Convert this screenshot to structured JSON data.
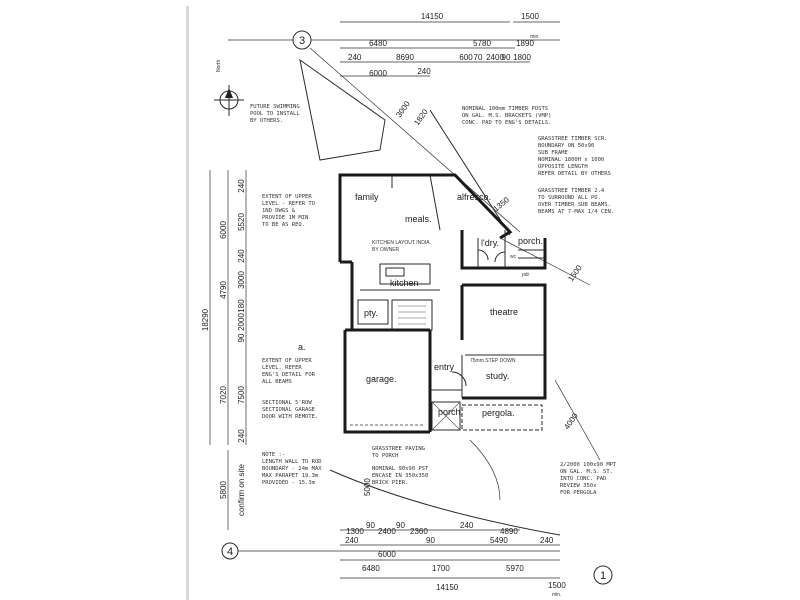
{
  "grid_marks": {
    "top": "3",
    "bottom_left": "4",
    "bottom_right": "1",
    "side": "a."
  },
  "north_label": "North",
  "top_dims": {
    "overall": "14150",
    "offset": "1500",
    "offset_note": "min.",
    "row1": [
      "6480",
      "5780",
      "1890"
    ],
    "row2": [
      "240",
      "8690",
      "600",
      "70",
      "2400",
      "90",
      "1800"
    ],
    "row3": [
      "6000",
      "240"
    ]
  },
  "bottom_dims": {
    "row1": [
      "1300",
      "90",
      "2400",
      "90",
      "2360",
      "240",
      "4890"
    ],
    "row2": [
      "240",
      "6000",
      "90",
      "5490",
      "240"
    ],
    "row3": [
      "6480",
      "1700",
      "5970"
    ],
    "overall": "14150",
    "offset": "1500",
    "offset_note": "min."
  },
  "left_dims": {
    "overall": "18290",
    "outer": [
      "6000",
      "4790",
      "7020"
    ],
    "inner": [
      "240",
      "5520",
      "240",
      "3000",
      "180",
      "2000",
      "90",
      "7500",
      "240"
    ],
    "site_value": "5800",
    "site_note": "confirm on site"
  },
  "diag_dims": [
    "3000",
    "1820",
    "1350",
    "1500",
    "4000",
    "5000"
  ],
  "rooms": {
    "family": "family",
    "meals": "meals.",
    "alfresco": "alfresco.",
    "ldry": "l'dry.",
    "porch_top": "porch.",
    "wc": "wc",
    "pdr": "pdr",
    "kitchen": "kitchen",
    "pty": "pty.",
    "theatre": "theatre",
    "study": "study.",
    "garage": "garage.",
    "entry": "entry",
    "porch_bottom": "porch.",
    "pergola": "pergola."
  },
  "interior_notes": {
    "kitchen": [
      "KITCHEN LAYOUT INDIA.",
      "BY OWNER"
    ],
    "theatre": [
      "75mm STEP DOWN"
    ]
  },
  "notes": {
    "top_left": [
      "FUTURE SWIMMING",
      "POOL TO INSTALL",
      "BY OTHERS."
    ],
    "left_1": [
      "EXTENT OF UPPER",
      "LEVEL - REFER TO",
      "1ND DWGS &",
      "PROVIDE 1M MIN",
      "TO BE AS REQ."
    ],
    "left_2": [
      "EXTENT OF UPPER",
      "LEVEL. REFER",
      "ENG'S DETAIL FOR",
      "ALL BEAMS"
    ],
    "left_3": [
      "SECTIONAL 5'ROW",
      "SECTIONAL GARAGE",
      "DOOR WITH REMOTE."
    ],
    "left_4": [
      "NOTE :-",
      "LENGTH WALL TO ROD",
      "BOUNDARY - 24m MAX",
      "MAX PARAPET 19.3m",
      "PROVIDED - 15.3m"
    ],
    "top_right": [
      "NOMINAL 100mm TIMBER POSTS",
      "ON GAL. M.S. BRACKETS (VMP)",
      "CONC. PAD TO ENG'S DETAILS."
    ],
    "right_1": [
      "GRASSTREE TIMBER SCR.",
      "BOUNDARY ON 50x90",
      "SUB FRAME",
      "NOMINAL 1800H x 1000",
      "OPPOSITE LENGTH",
      "REFER DETAIL BY OTHERS"
    ],
    "right_2": [
      "GRASSTREE TIMBER 2.4",
      "TO SURROUND ALL PO.",
      "OVER TIMBER SUB BEAMS.",
      "BEAMS AT 7-MAX 1/4 CEN."
    ],
    "bottom_1": [
      "GRASSTREE PAVING",
      "TO PORCH"
    ],
    "bottom_2": [
      "NOMINAL 90x90 PST",
      "ENCASE IN 350x350",
      "BRICK PIER."
    ],
    "bottom_right": [
      "2/2000 100x90 MPT",
      "ON GAL. M.S. ST.",
      "INTO CONC. PAD",
      "REVIEW 350x",
      "FOR PERGOLA"
    ]
  }
}
